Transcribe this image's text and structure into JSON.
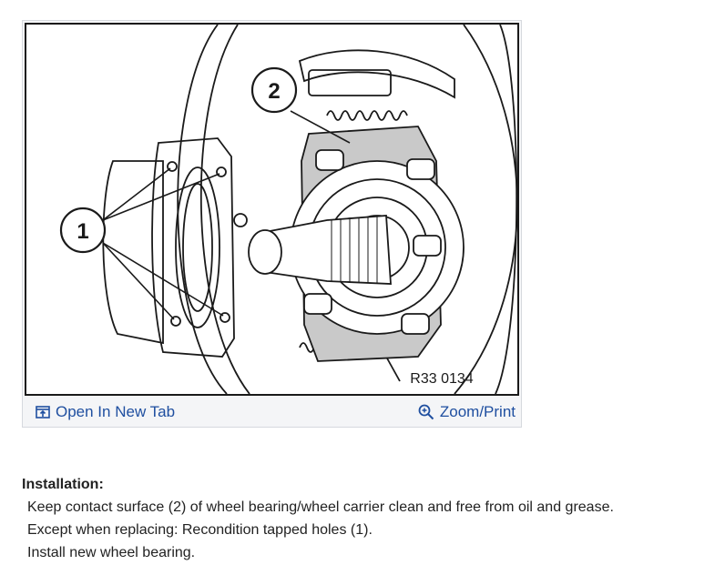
{
  "figure": {
    "callouts": [
      "1",
      "2"
    ],
    "figure_id": "R33 0134"
  },
  "toolbar": {
    "open_new_tab_label": "Open In New Tab",
    "open_new_tab_icon": "open-in-new-tab-icon",
    "zoom_print_label": "Zoom/Print",
    "zoom_print_icon": "magnifier-plus-icon",
    "link_color": "#1f4fa0"
  },
  "instructions": {
    "heading": "Installation:",
    "steps": [
      "Keep contact surface (2) of wheel bearing/wheel carrier clean and free from oil and grease.",
      "Except when replacing: Recondition tapped holes (1).",
      "Install new wheel bearing."
    ]
  }
}
